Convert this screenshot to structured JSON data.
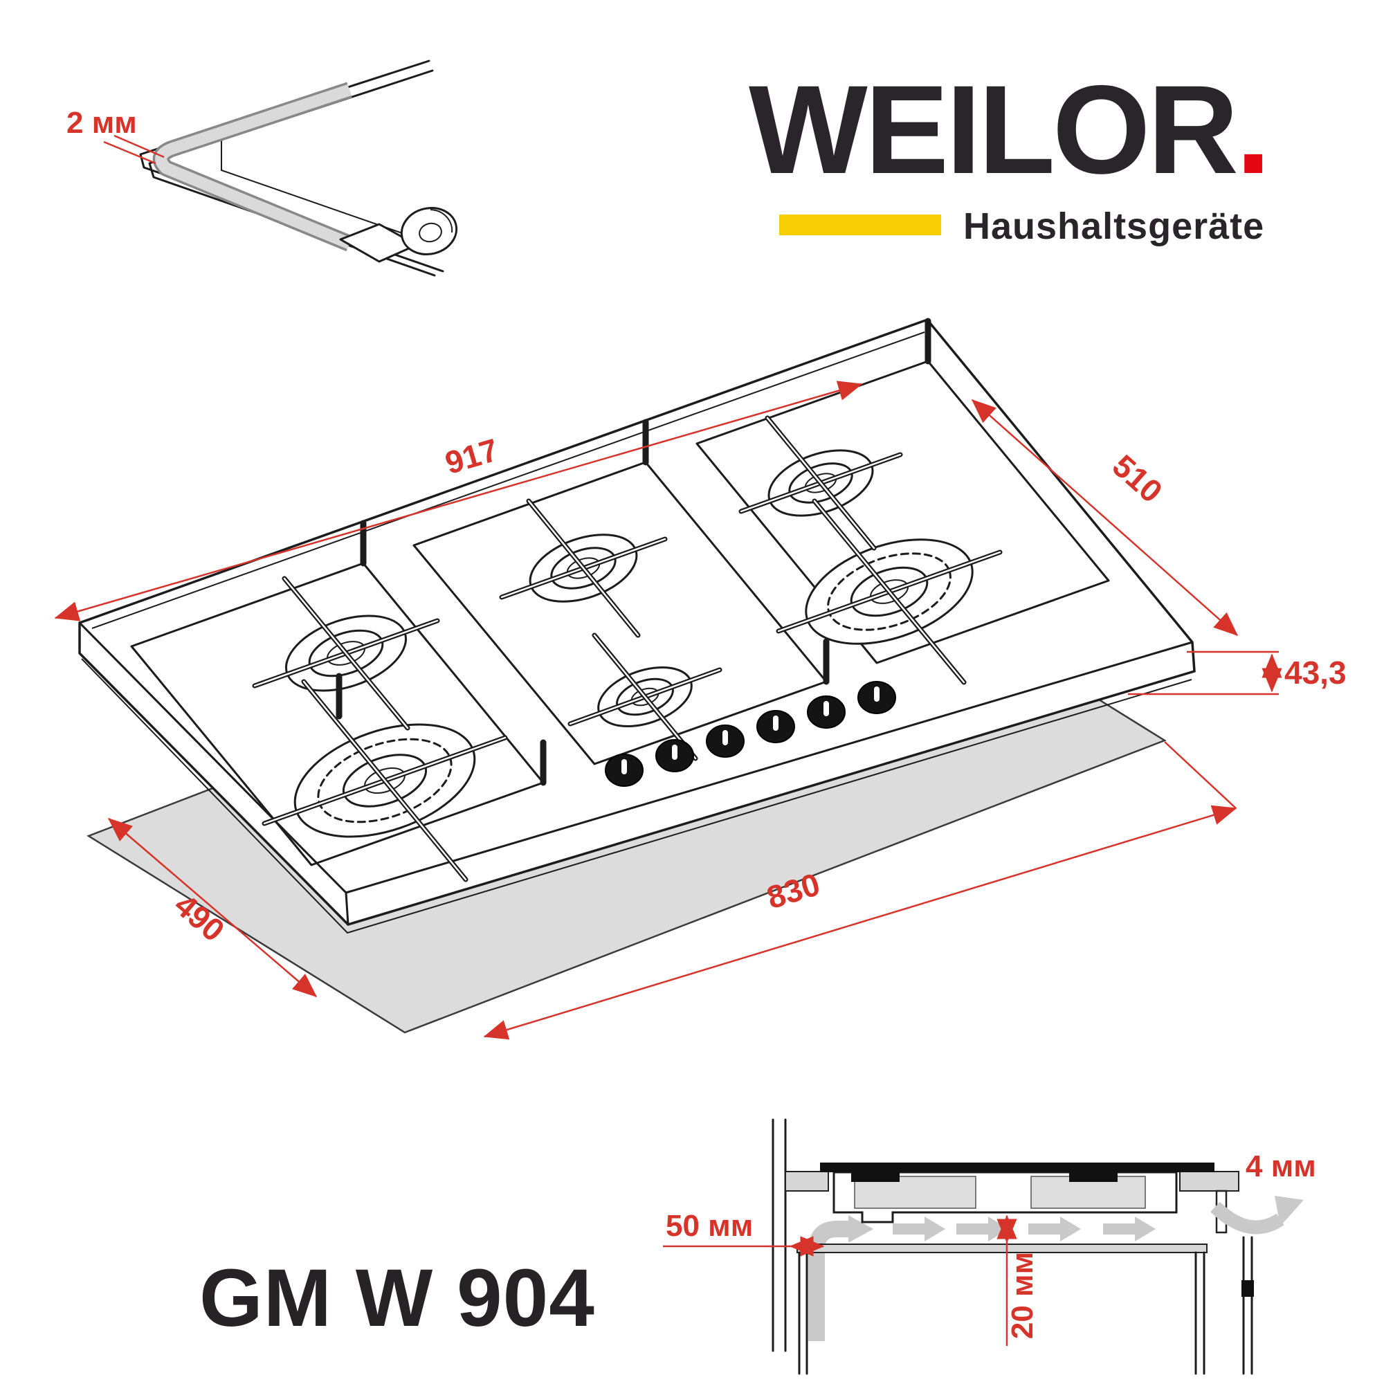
{
  "brand": {
    "name": "WEILOR",
    "dot": ".",
    "tagline": "Haushaltsgeräte"
  },
  "model": "GM W 904",
  "colors": {
    "accent_red": "#D6342B",
    "logo_red": "#E30613",
    "logo_yellow": "#F7CD05",
    "line_black": "#1C1C1C",
    "cutout_gray": "#DCDCDC",
    "airflow_gray": "#C9C9C9"
  },
  "detail_view": {
    "label": "2 мм"
  },
  "hob_view": {
    "width_label": "917",
    "depth_label": "510",
    "height_label": "43,3",
    "cutout_width_label": "830",
    "cutout_depth_label": "490",
    "burner_count": 6,
    "knob_count": 6
  },
  "install_view": {
    "side_clearance_label": "50 мм",
    "gap_label": "20 мм",
    "vent_label": "4 мм"
  }
}
